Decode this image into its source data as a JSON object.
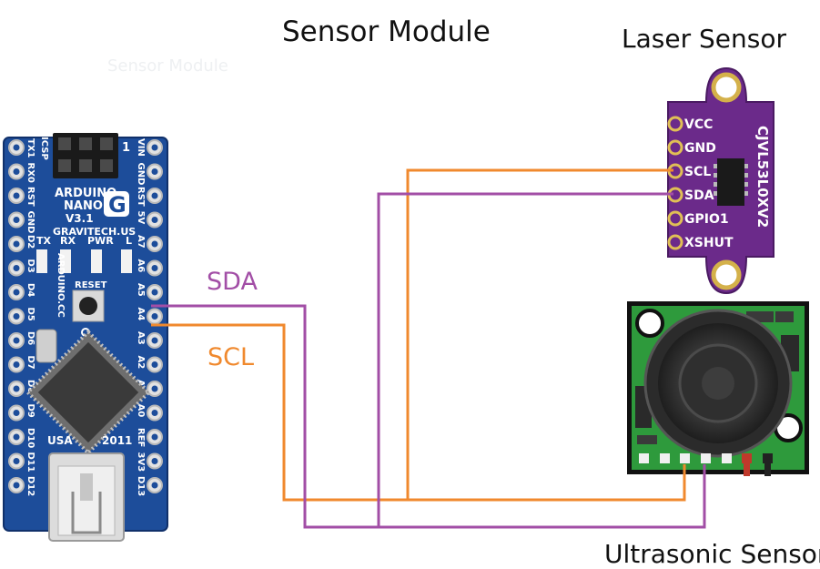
{
  "titles": {
    "sensor_module": "Sensor Module",
    "laser_sensor": "Laser Sensor",
    "ultrasonic_sensor": "Ultrasonic Sensor",
    "ghost": "Sensor Module"
  },
  "wires": {
    "sda_label": "SDA",
    "scl_label": "SCL",
    "sda_color": "#a24ea6",
    "scl_color": "#f0892e"
  },
  "arduino": {
    "board_color": "#1d4d9a",
    "name_line1": "ARDUINO",
    "name_line2": "NANO",
    "version": "V3.1",
    "site": "GRAVITECH.US",
    "url": "ARDUINO.CC",
    "origin": "USA",
    "year": "2011",
    "icsp": "ICSP",
    "pin1": "1",
    "reset": "RESET",
    "leds": [
      "TX",
      "RX",
      "PWR",
      "L"
    ],
    "left_pins": [
      "TX1",
      "RX0",
      "RST",
      "GND",
      "D2",
      "D3",
      "D4",
      "D5",
      "D6",
      "D7",
      "D8",
      "D9",
      "D10",
      "D11",
      "D12"
    ],
    "right_pins": [
      "VIN",
      "GND",
      "RST",
      "5V",
      "A7",
      "A6",
      "A5",
      "A4",
      "A3",
      "A2",
      "A1",
      "A0",
      "REF",
      "3V3",
      "D13"
    ]
  },
  "laser": {
    "board_color": "#6b2a8a",
    "model": "CJVL53L0XV2",
    "pins": [
      "VCC",
      "GND",
      "SCL",
      "SDA",
      "GPIO1",
      "XSHUT"
    ]
  },
  "ultrasonic": {
    "board_color": "#2e9a3c"
  }
}
